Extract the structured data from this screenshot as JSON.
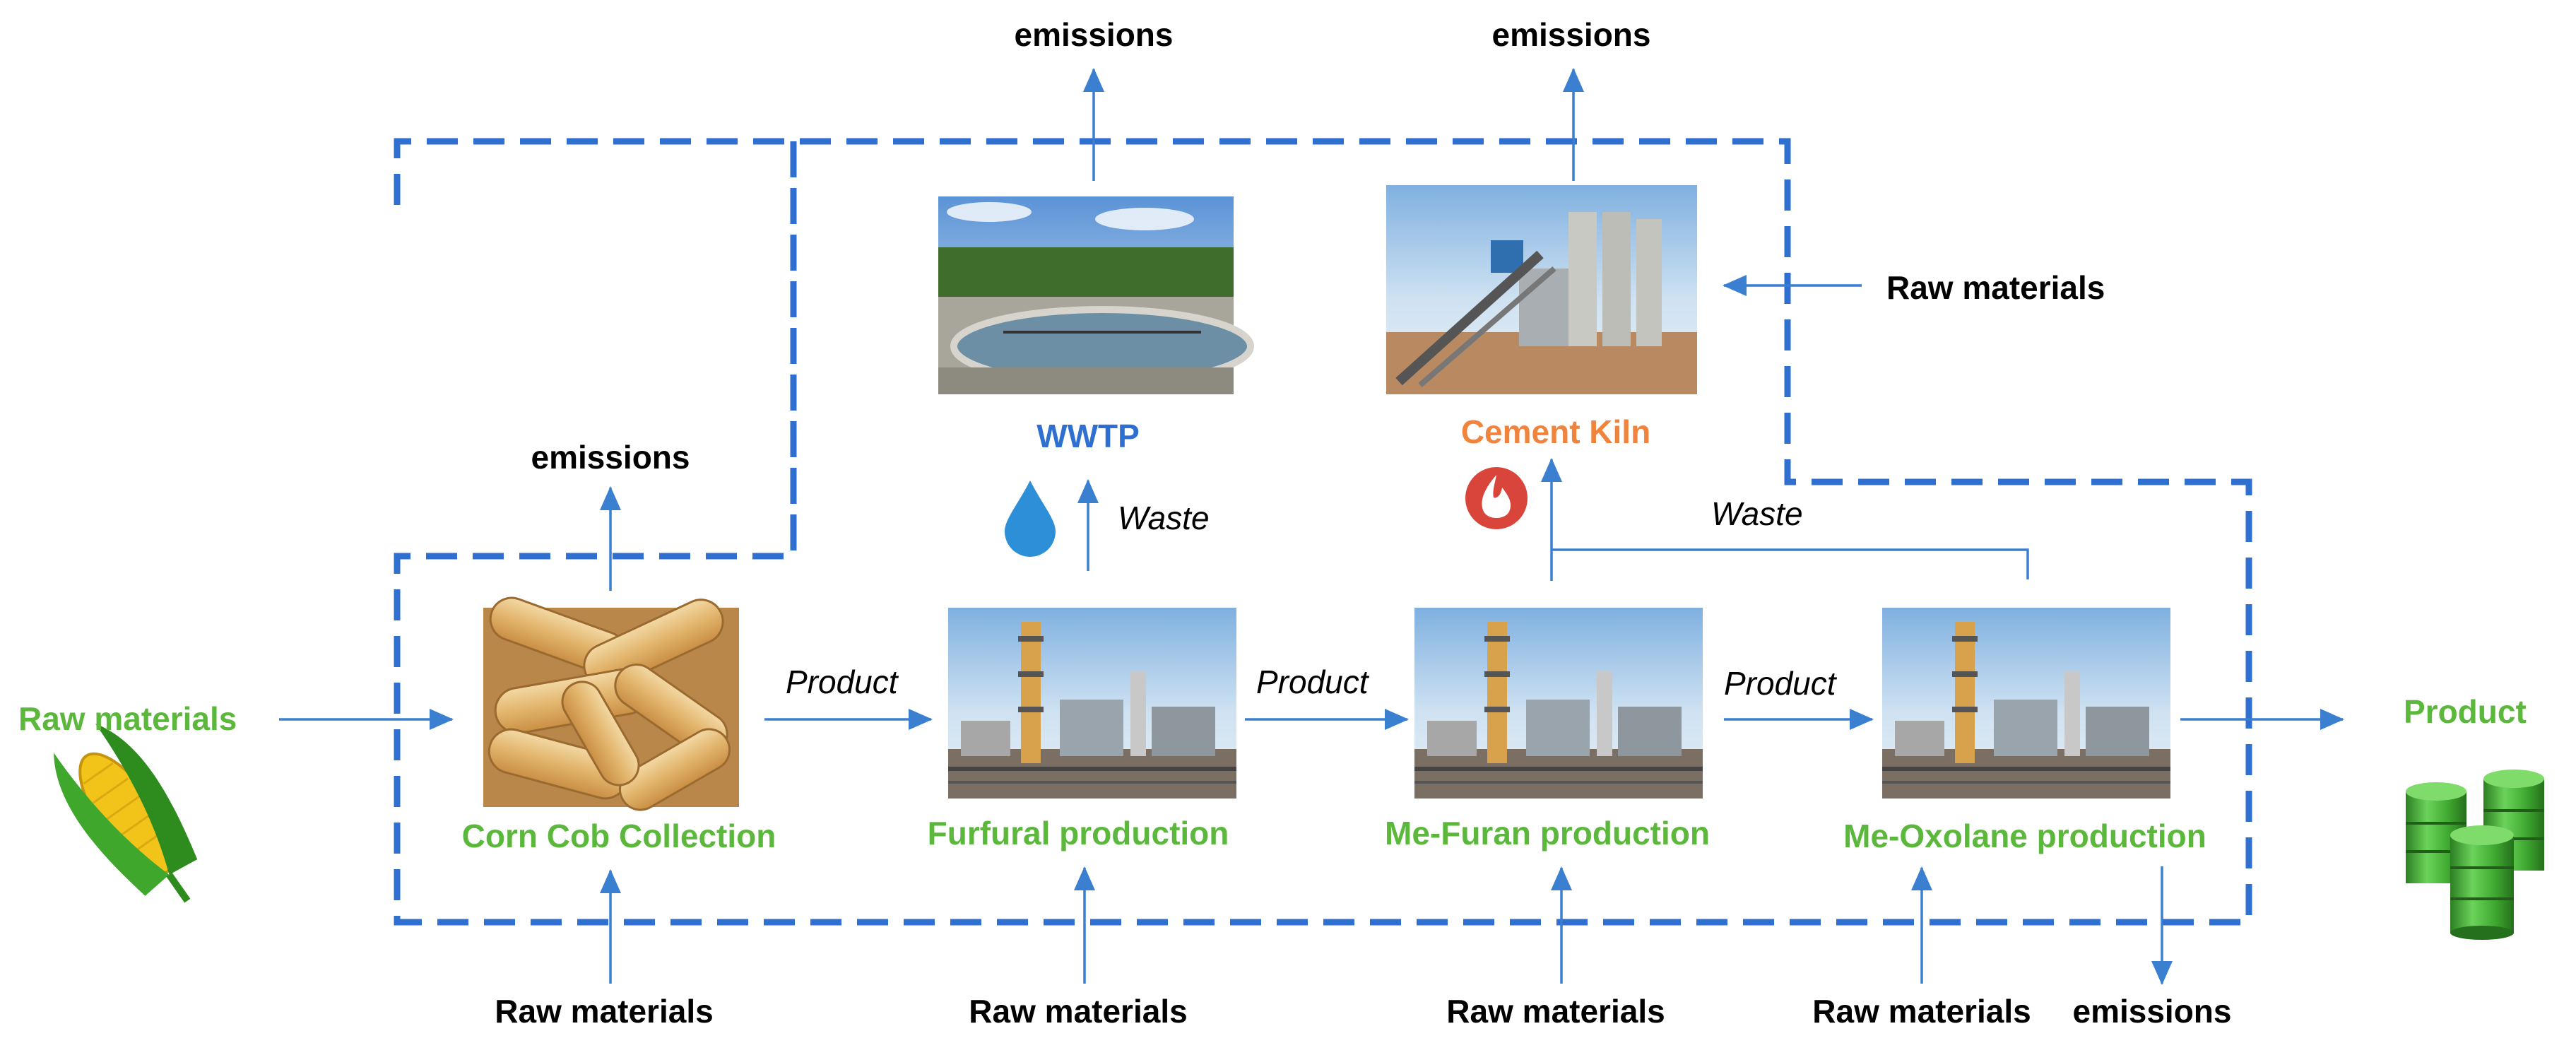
{
  "colors": {
    "arrow": "#3a7fd0",
    "boundary": "#2f6fd0",
    "process_label": "#5cb83c",
    "wwtp_label": "#2f6fd0",
    "kiln_label": "#f0843c",
    "drum": "#3fa830",
    "drop": "#2c8fd8",
    "flame_badge": "#d9453b"
  },
  "inputs": {
    "raw_materials_left": "Raw materials",
    "raw_materials_kiln": "Raw materials",
    "raw_materials_bottom": [
      "Raw materials",
      "Raw materials",
      "Raw materials",
      "Raw materials"
    ]
  },
  "emissions": {
    "wwtp": "emissions",
    "kiln": "emissions",
    "corn_cob": "emissions",
    "me_oxolane": "emissions"
  },
  "processes": [
    {
      "label": "Corn Cob Collection",
      "image": "corn-cob-photo"
    },
    {
      "label": "Furfural production",
      "image": "refinery-photo"
    },
    {
      "label": "Me-Furan production",
      "image": "refinery-photo"
    },
    {
      "label": "Me-Oxolane production",
      "image": "refinery-photo"
    }
  ],
  "treatment": {
    "wwtp_label": "WWTP",
    "kiln_label": "Cement Kiln"
  },
  "flows": {
    "product_1": "Product",
    "product_2": "Product",
    "product_3": "Product",
    "waste_wwtp": "Waste",
    "waste_kiln": "Waste"
  },
  "output": {
    "product_label": "Product"
  },
  "icons": {
    "corn": "corn-icon",
    "drop": "water-drop-icon",
    "flame": "flame-icon",
    "drums": "oil-drums-icon"
  }
}
